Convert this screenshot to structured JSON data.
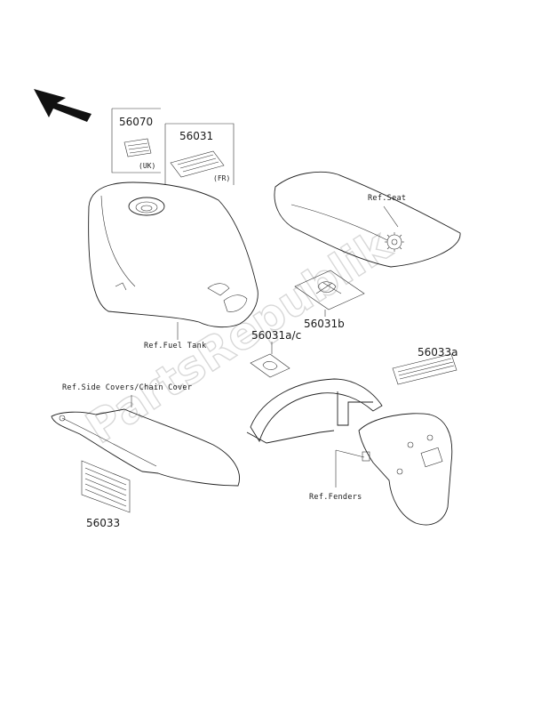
{
  "watermark": "PartsRepublik",
  "callouts": {
    "p56070": "56070",
    "p56070_region": "(UK)",
    "p56031": "56031",
    "p56031_region": "(FR)",
    "ref_seat": "Ref.Seat",
    "ref_fuel_tank": "Ref.Fuel Tank",
    "p56031b": "56031b",
    "p56031ac": "56031a/c",
    "p56033a": "56033a",
    "ref_side_covers": "Ref.Side Covers/Chain Cover",
    "ref_fenders": "Ref.Fenders",
    "p56033": "56033"
  },
  "icons": {
    "direction_arrow": "front-direction-arrow-icon",
    "gear": "gear-icon"
  }
}
